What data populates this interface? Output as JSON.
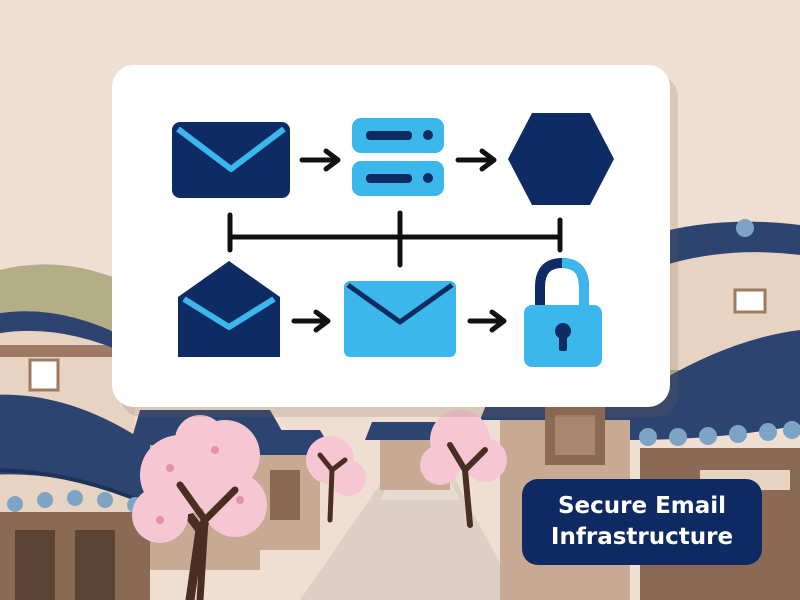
{
  "badge": {
    "line1": "Secure Email",
    "line2": "Infrastructure"
  },
  "colors": {
    "navy": "#0e2b63",
    "sky": "#3bb7ec",
    "background": "#efdfd2",
    "roof": "#2d4470",
    "blossom": "#f6c7d3"
  },
  "icons": {
    "top_row": [
      "envelope-closed-icon",
      "server-icon",
      "hexagon-icon"
    ],
    "bottom_row": [
      "envelope-open-icon",
      "envelope-icon",
      "padlock-icon"
    ],
    "connectors": [
      "arrow-right-icon",
      "bracket-connector"
    ]
  }
}
